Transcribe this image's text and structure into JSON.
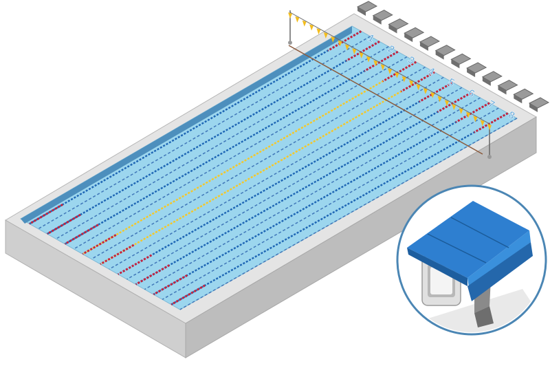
{
  "illustration": {
    "subject": "swimming-pool-with-starting-block-inset",
    "lane_numbers": [
      "1",
      "2",
      "3",
      "4",
      "5",
      "6",
      "7",
      "8"
    ],
    "colors": {
      "water": "#9cd6ee",
      "water_deep": "#7cc3e3",
      "deck": "#e4e4e4",
      "deck_side": "#c9c9c9",
      "rope_red": "#c4243f",
      "rope_blue": "#1f67b5",
      "rope_yellow": "#f4c82a",
      "lane_line": "#3f76b8",
      "flags": "#f3bd1d",
      "block": "#2e7fd0",
      "inset_border": "#4b86b4"
    }
  }
}
